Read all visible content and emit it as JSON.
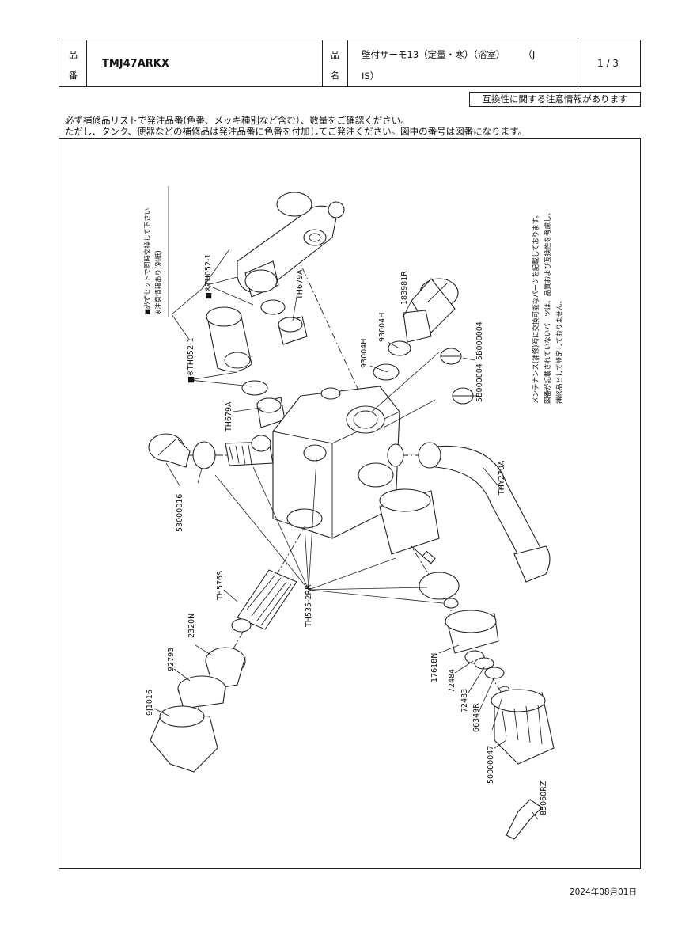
{
  "header": {
    "hinban_label_1": "品",
    "hinban_label_2": "番",
    "hinban_value": "TMJ47ARKX",
    "hinmei_label_1": "品",
    "hinmei_label_2": "名",
    "hinmei_value_line1": "壁付サーモ13（定量・寒）（浴室）　　　（J",
    "hinmei_value_line2": "IS）",
    "page": "1 / 3"
  },
  "notice": "互換性に関する注意情報があります",
  "instructions": [
    "必ず補修品リストで発注品番(色番、メッキ種別など含む）、数量をご確認ください。",
    "ただし、タンク、便器などの補修品は発注品番に色番を付加してご発注ください。図中の番号は図番になります。"
  ],
  "diagram": {
    "note_left_line1": "■必ずセットで同時交換して下さい",
    "note_left_line2": "※注意情報あり(別紙)",
    "note_right_line1": "メンテナンス(補修)時に交換可能なパーツを記載しております。",
    "note_right_line2": "図番が記載されていないパーツは、品質および互換性を考慮し、",
    "note_right_line3": "補修品として設定しておりません。",
    "labels": {
      "th052_top": "■※TH052-1",
      "th679a_top": "TH679A",
      "th052_mid": "■※TH052-1",
      "th679a_mid": "TH679A",
      "p183981r": "183981R",
      "p93004h_a": "93004H",
      "p93004h_b": "93004H",
      "p5b000004_a": "5B000004",
      "p5b000004_b": "5B000004",
      "thy270a": "THY270A",
      "p53000016": "53000016",
      "th576s": "TH576S",
      "p2320n": "2320N",
      "p92793": "92793",
      "p9j1016": "9J1016",
      "th535": "TH535-2RR",
      "p17618n": "17618N",
      "p72484": "72484",
      "p72483": "72483",
      "p66349r": "66349R",
      "p50000047": "50000047",
      "p85060rz": "85060RZ"
    }
  },
  "date": "2024年08月01日"
}
